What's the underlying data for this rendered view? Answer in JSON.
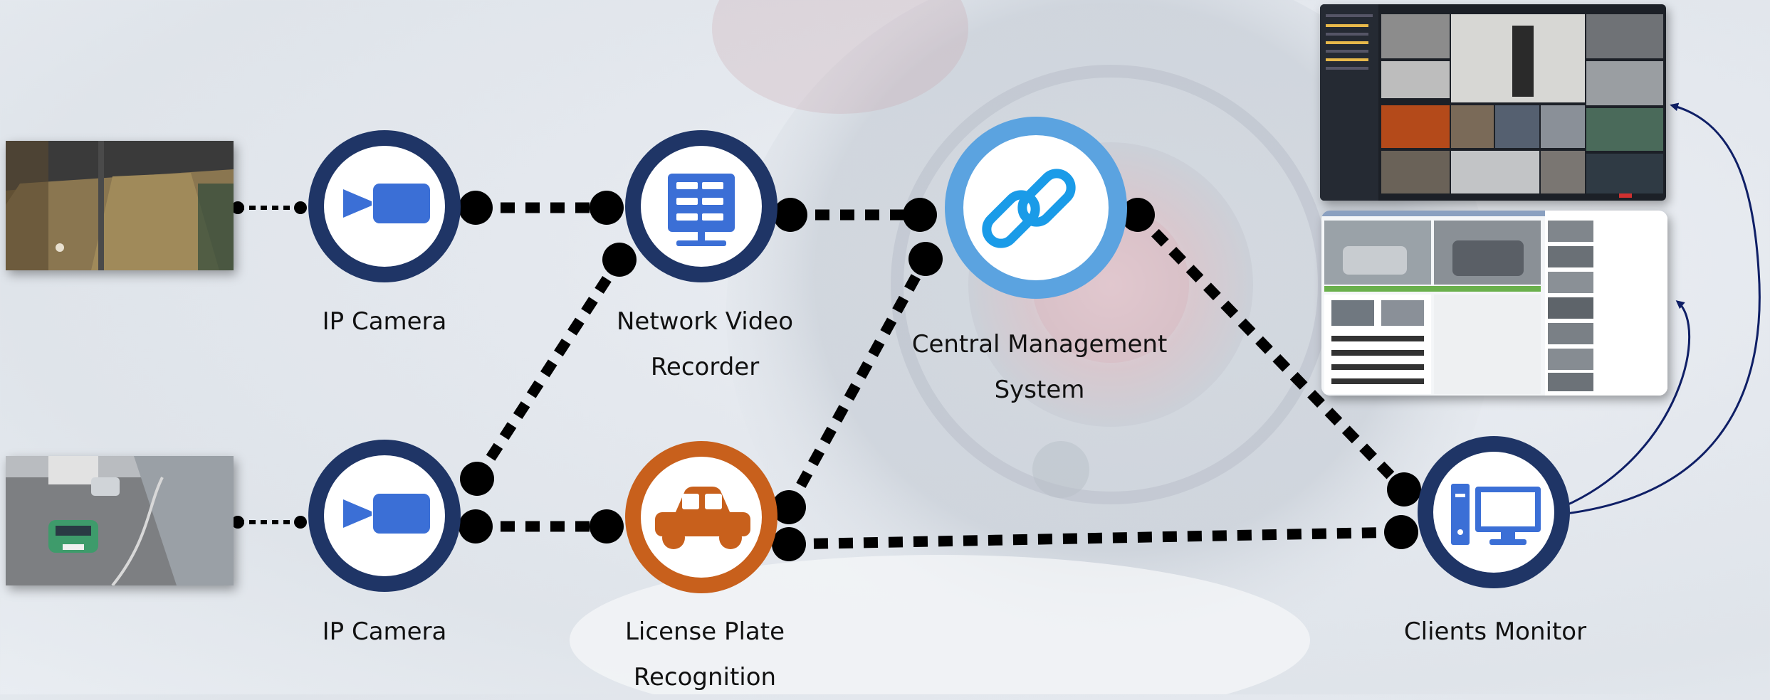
{
  "nodes": {
    "ip_camera_top": {
      "label": "IP Camera",
      "icon": "video-camera-icon"
    },
    "ip_camera_bottom": {
      "label": "IP Camera",
      "icon": "video-camera-icon"
    },
    "nvr": {
      "label_line1": "Network Video",
      "label_line2": "Recorder",
      "icon": "server-rack-icon"
    },
    "lpr": {
      "label_line1": "License Plate",
      "label_line2": "Recognition",
      "icon": "car-icon"
    },
    "cms": {
      "label_line1": "Central Management",
      "label_line2": "System",
      "icon": "chain-link-icon"
    },
    "clients": {
      "label": "Clients Monitor",
      "icon": "desktop-computer-icon"
    }
  },
  "colors": {
    "navy": "#1f3566",
    "icon_blue": "#3b6fd6",
    "cms_light_blue": "#5ba3e0",
    "cms_link": "#1a9be8",
    "lpr_orange": "#c8601c",
    "connector": "#000000",
    "arrow": "#0f1f66"
  },
  "screens": {
    "vms_screenshot": "video-management-software-screenshot",
    "lpr_screenshot": "license-plate-results-screenshot"
  }
}
